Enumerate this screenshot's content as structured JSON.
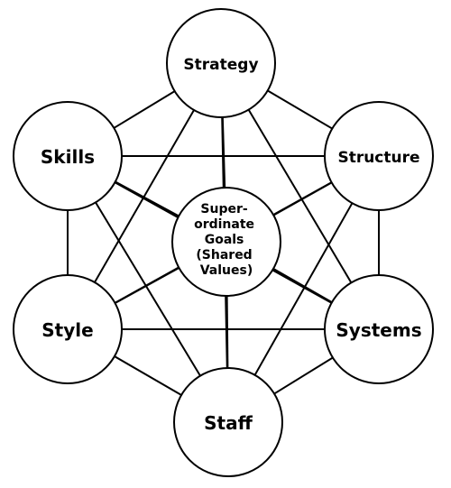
{
  "diagram": {
    "nodes": {
      "strategy": {
        "label": "Strategy"
      },
      "structure": {
        "label": "Structure"
      },
      "systems": {
        "label": "Systems"
      },
      "staff": {
        "label": "Staff"
      },
      "style": {
        "label": "Style"
      },
      "skills": {
        "label": "Skills"
      },
      "center": {
        "lines": [
          "Super-",
          "ordinate",
          "Goals",
          "(Shared",
          "Values)"
        ]
      }
    },
    "edges": [
      [
        "strategy",
        "structure"
      ],
      [
        "strategy",
        "systems"
      ],
      [
        "strategy",
        "staff"
      ],
      [
        "strategy",
        "style"
      ],
      [
        "strategy",
        "skills"
      ],
      [
        "structure",
        "systems"
      ],
      [
        "structure",
        "staff"
      ],
      [
        "structure",
        "style"
      ],
      [
        "structure",
        "skills"
      ],
      [
        "systems",
        "staff"
      ],
      [
        "systems",
        "style"
      ],
      [
        "systems",
        "skills"
      ],
      [
        "staff",
        "style"
      ],
      [
        "staff",
        "skills"
      ],
      [
        "style",
        "skills"
      ],
      [
        "center",
        "strategy"
      ],
      [
        "center",
        "structure"
      ],
      [
        "center",
        "systems"
      ],
      [
        "center",
        "staff"
      ],
      [
        "center",
        "style"
      ],
      [
        "center",
        "skills"
      ]
    ],
    "colors": {
      "line": "#000000",
      "fill": "#ffffff",
      "text": "#000000"
    }
  }
}
